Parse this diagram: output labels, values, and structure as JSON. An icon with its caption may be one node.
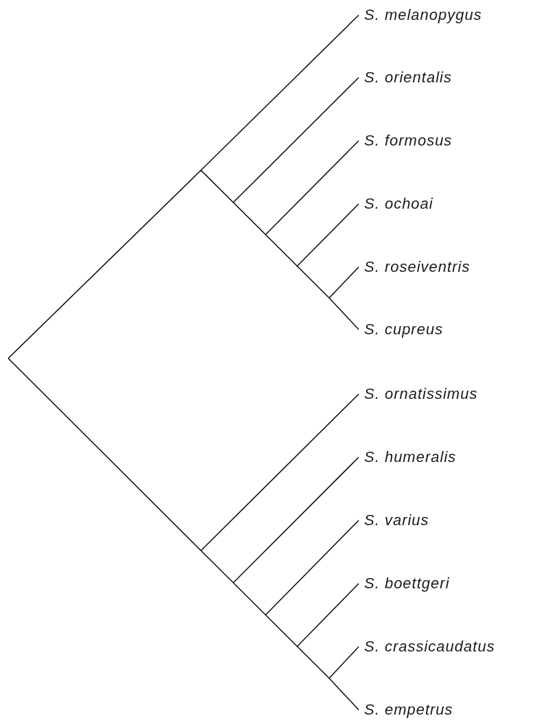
{
  "diagram": {
    "nodes": [
      {
        "text": [
          "S. melanopygus"
        ]
      },
      {
        "text": [
          "S. orientalis"
        ]
      },
      {
        "text": [
          "S. formosus"
        ]
      },
      {
        "text": [
          "S. ochoai"
        ]
      },
      {
        "text": [
          "S. roseiventris"
        ]
      },
      {
        "text": [
          "S. cupreus"
        ]
      },
      {
        "text": [
          "S. ornatissimus"
        ]
      },
      {
        "text": [
          "S. humeralis"
        ]
      },
      {
        "text": [
          "S. varius"
        ]
      },
      {
        "text": [
          "S. boettgeri"
        ]
      },
      {
        "text": [
          "S. crassicaudatus"
        ]
      },
      {
        "text": [
          "S. empetrus"
        ]
      }
    ],
    "edges": [
      {
        "from": null,
        "to": 0,
        "arrow": "none"
      },
      {
        "from": null,
        "to": 1,
        "arrow": "none"
      },
      {
        "from": null,
        "to": 2,
        "arrow": "none"
      },
      {
        "from": null,
        "to": 3,
        "arrow": "none"
      },
      {
        "from": null,
        "to": 4,
        "arrow": "none"
      },
      {
        "from": null,
        "to": 5,
        "arrow": "none"
      },
      {
        "from": null,
        "to": 6,
        "arrow": "none"
      },
      {
        "from": null,
        "to": 7,
        "arrow": "none"
      },
      {
        "from": null,
        "to": 8,
        "arrow": "none"
      },
      {
        "from": null,
        "to": 9,
        "arrow": "none"
      },
      {
        "from": null,
        "to": 10,
        "arrow": "none"
      },
      {
        "from": null,
        "to": 11,
        "arrow": "none"
      }
    ]
  }
}
